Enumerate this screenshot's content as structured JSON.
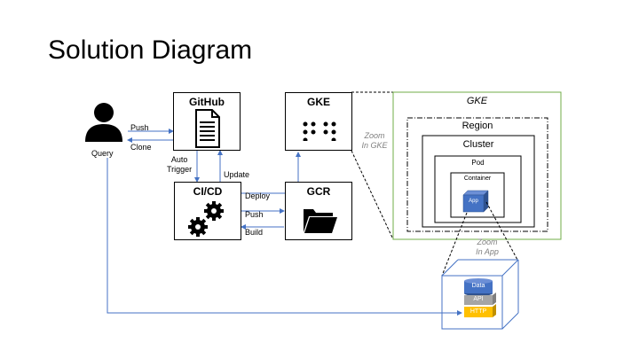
{
  "title": "Solution Diagram",
  "colors": {
    "connector": "#4472c4",
    "gke_border": "#70ad47",
    "app_blue": "#4472c4",
    "api_gray": "#a5a5a5",
    "http_gold": "#ffc000"
  },
  "user": {
    "icon": "user-icon",
    "label": "Query"
  },
  "github": {
    "label": "GitHub",
    "icon": "document-icon"
  },
  "gke": {
    "label": "GKE",
    "icon": "dots-icon"
  },
  "cicd": {
    "label": "CI/CD",
    "icon": "gears-icon"
  },
  "gcr": {
    "label": "GCR",
    "icon": "folder-icon"
  },
  "edges": {
    "push": "Push",
    "clone": "Clone",
    "auto_trigger": "Auto\nTrigger",
    "update": "Update",
    "deploy": "Deploy",
    "push2": "Push",
    "build": "Build"
  },
  "zoom_gke": "Zoom\nIn GKE",
  "zoom_app": "Zoom\nIn App",
  "gke_detail": {
    "title": "GKE",
    "region": "Region",
    "cluster": "Cluster",
    "pod": "Pod",
    "container": "Container",
    "app": "App"
  },
  "app_stack": {
    "data": "Data",
    "api": "API",
    "http": "HTTP"
  }
}
